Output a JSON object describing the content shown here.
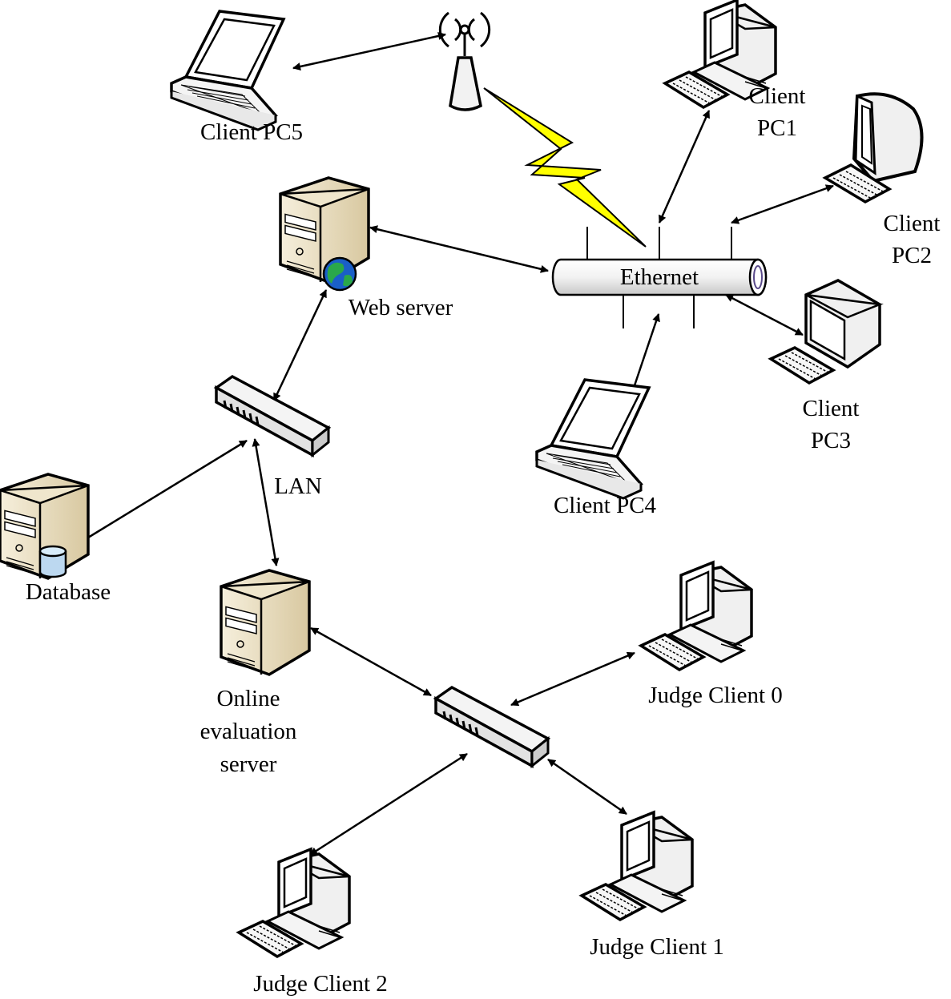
{
  "diagram": {
    "bus_label": "Ethernet",
    "labels": {
      "client_pc5": "Client PC5",
      "client_pc1": [
        "Client",
        "PC1"
      ],
      "client_pc2": [
        "Client",
        "PC2"
      ],
      "client_pc3": [
        "Client",
        "PC3"
      ],
      "client_pc4": "Client PC4",
      "web_server": "Web server",
      "lan": "LAN",
      "database": "Database",
      "online_eval_server": [
        "Online",
        "evaluation",
        "server"
      ],
      "judge_client_0": "Judge Client 0",
      "judge_client_1": "Judge Client 1",
      "judge_client_2": "Judge Client 2"
    },
    "icons": [
      "laptop-icon",
      "wireless-antenna-icon",
      "lightning-icon",
      "desktop-computer-icon",
      "crt-monitor-icon",
      "ethernet-bus-icon",
      "server-tower-icon",
      "globe-icon",
      "network-switch-icon",
      "database-cylinder-icon"
    ],
    "colors": {
      "line": "#000000",
      "lightning": "#ffff00",
      "server_body": "#e8dcc0",
      "globe_land": "#2aa84a",
      "globe_water": "#1a5fc8",
      "database": "#bcd8f0"
    }
  }
}
